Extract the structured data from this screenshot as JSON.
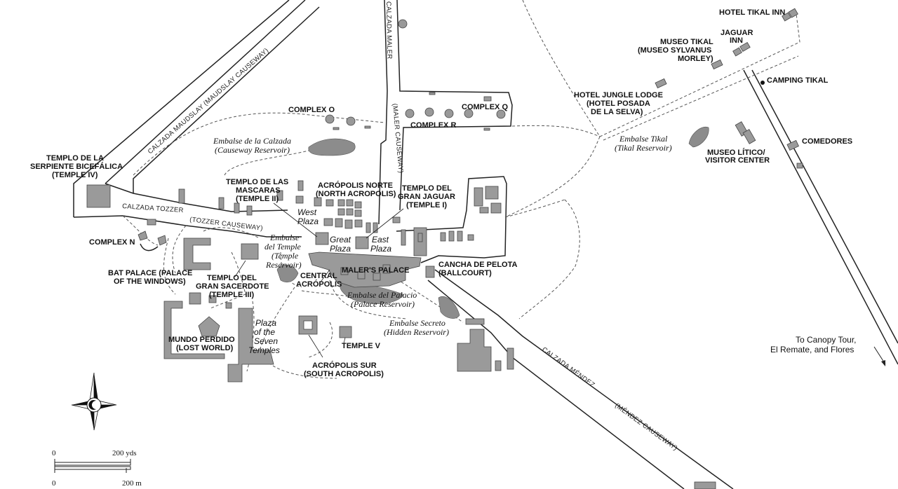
{
  "roads": {
    "maudslay": "CALZADA MAUDSLAY (MAUDSLAY CAUSEWAY)",
    "maler": "CALZADA MALER",
    "maler_en": "(MALER CAUSEWAY)",
    "tozzer": "CALZADA TOZZER",
    "tozzer_en": "(TOZZER CAUSEWAY)",
    "mendez": "CALZADA MÉNDEZ",
    "mendez_en": "(MÉNDEZ CAUSEWAY)"
  },
  "sites": {
    "hotel_tikal_inn": "HOTEL TIKAL INN",
    "jaguar_inn_1": "JAGUAR",
    "jaguar_inn_2": "INN",
    "museo_tikal_1": "MUSEO TIKAL",
    "museo_tikal_2": "(MUSEO SYLVANUS",
    "museo_tikal_3": "MORLEY)",
    "camping_tikal": "CAMPING TIKAL",
    "jungle_lodge_1": "HOTEL JUNGLE LODGE",
    "jungle_lodge_2": "(HOTEL POSADA",
    "jungle_lodge_3": "DE LA SELVA)",
    "comedores": "COMEDORES",
    "museo_litico_1": "MUSEO LÍTICO/",
    "museo_litico_2": "VISITOR CENTER",
    "complex_o": "COMPLEX O",
    "complex_q": "COMPLEX Q",
    "complex_r": "COMPLEX R",
    "complex_n": "COMPLEX N",
    "temple_iv_1": "TEMPLO DE LA",
    "temple_iv_2": "SERPIENTE BICEFÁLICA",
    "temple_iv_3": "(TEMPLE IV)",
    "temple_ii_1": "TEMPLO DE LAS",
    "temple_ii_2": "MASCARAS",
    "temple_ii_3": "(TEMPLE II)",
    "north_acro_1": "ACRÓPOLIS NORTE",
    "north_acro_2": "(NORTH ACROPOLIS)",
    "temple_i_1": "TEMPLO DEL",
    "temple_i_2": "GRAN JAGUAR",
    "temple_i_3": "(TEMPLE I)",
    "bat_palace_1": "BAT PALACE (PALACE",
    "bat_palace_2": "OF THE WINDOWS)",
    "temple_iii_1": "TEMPLO DEL",
    "temple_iii_2": "GRAN SACERDOTE",
    "temple_iii_3": "(TEMPLE III)",
    "central_acro_1": "CENTRAL",
    "central_acro_2": "ACRÓPOLIS",
    "malers_palace": "MALER'S PALACE",
    "ballcourt_1": "CANCHA DE PELOTA",
    "ballcourt_2": "(BALLCOURT)",
    "mundo_perdido_1": "MUNDO PERDIDO",
    "mundo_perdido_2": "(LOST WORLD)",
    "temple_v": "TEMPLE V",
    "south_acro_1": "ACRÓPOLIS SUR",
    "south_acro_2": "(SOUTH ACROPOLIS)"
  },
  "plazas": {
    "west_1": "West",
    "west_2": "Plaza",
    "great_1": "Great",
    "great_2": "Plaza",
    "east_1": "East",
    "east_2": "Plaza",
    "seven_1": "Plaza",
    "seven_2": "of the",
    "seven_3": "Seven",
    "seven_4": "Temples"
  },
  "reservoirs": {
    "calzada_1": "Embalse de la Calzada",
    "calzada_2": "(Causeway Reservoir)",
    "tikal_1": "Embalse Tikal",
    "tikal_2": "(Tikal Reservoir)",
    "temple_1": "Embalse",
    "temple_2": "del Temple",
    "temple_3": "(Temple",
    "temple_4": "Reservoir)",
    "palacio_1": "Embalse del Palacio",
    "palacio_2": "(Palace Reservoir)",
    "secreto_1": "Embalse Secreto",
    "secreto_2": "(Hidden Reservoir)"
  },
  "notes": {
    "canopy_1": "To Canopy Tour,",
    "canopy_2": "El Remate, and Flores"
  },
  "scale": {
    "zero_top": "0",
    "yds": "200 yds",
    "zero_bottom": "0",
    "m": "200 m"
  }
}
